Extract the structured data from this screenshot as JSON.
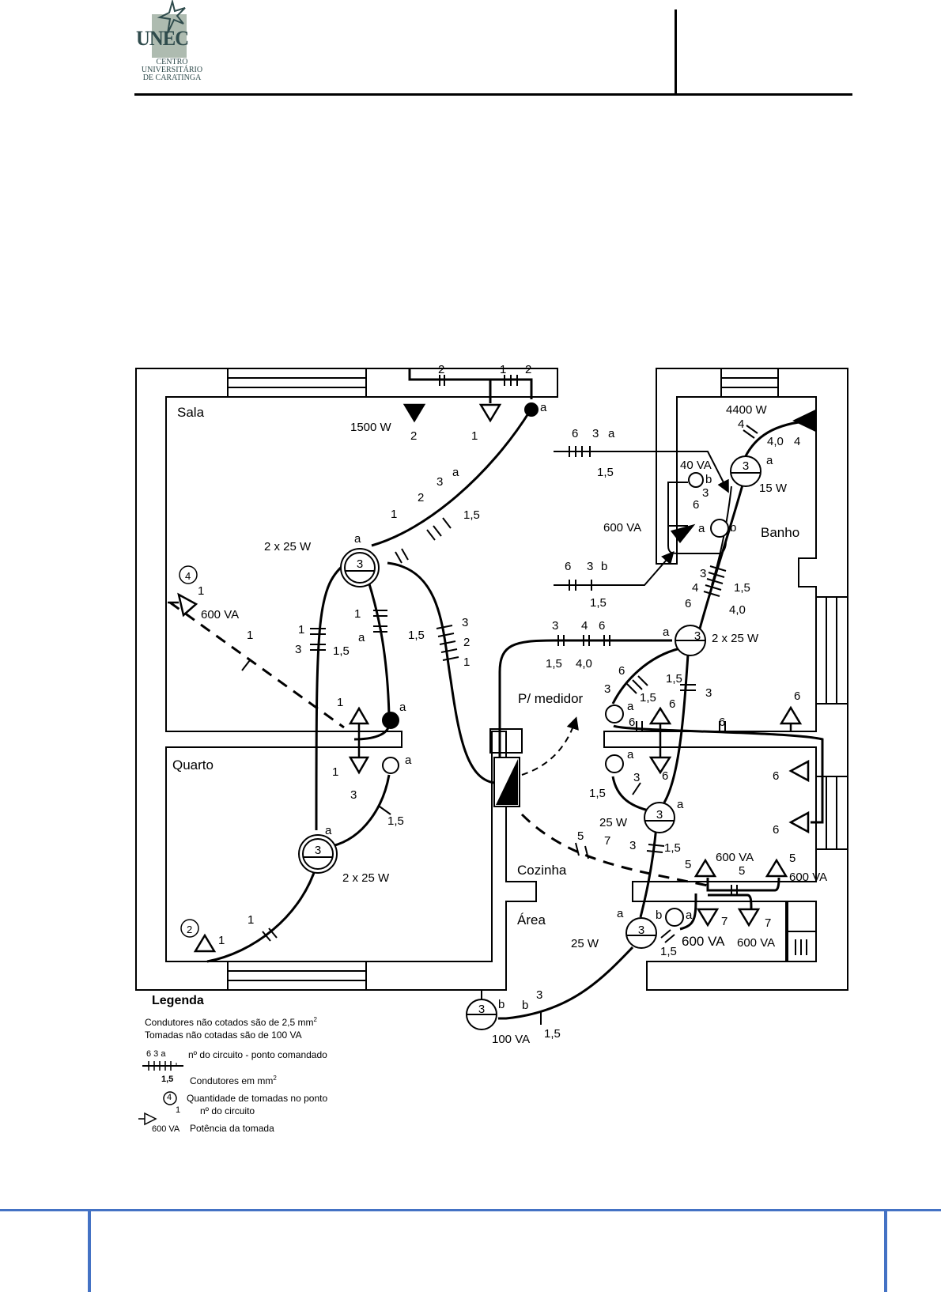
{
  "header": {
    "logo": {
      "name": "UNEC",
      "subtitle_lines": [
        "CENTRO",
        "UNIVERSITÁRIO",
        "DE CARATINGA"
      ]
    }
  },
  "plan": {
    "rooms": {
      "sala": "Sala",
      "quarto": "Quarto",
      "banho": "Banho",
      "cozinha": "Cozinha",
      "area": "Área"
    },
    "meter_label": "P/ medidor",
    "sala": {
      "heater_power": "1500 W",
      "heater_circuit": "2",
      "outlet_circuit": "1",
      "switch_point": "a",
      "top_run_labels": [
        "2",
        "1",
        "2"
      ],
      "diag_run": {
        "circuits": [
          "1",
          "2",
          "3"
        ],
        "point": "a",
        "section": "1,5"
      },
      "lamp": {
        "circuit": "3",
        "point": "a",
        "power": "2 x 25 W"
      },
      "wall_outlet": {
        "qty": "4",
        "circuit": "1",
        "power": "600 VA"
      },
      "dashed_run_circuit": "1",
      "left_drop": {
        "circuits": [
          "1",
          "3"
        ],
        "section": "1,5"
      },
      "mid_drop": {
        "circuit": "1",
        "point": "a"
      },
      "right_drop": {
        "circuits": [
          "3",
          "2",
          "1"
        ],
        "section": "1,5"
      },
      "bottom_outlet_circuit": "1",
      "bottom_switch_point": "a"
    },
    "quarto": {
      "top_outlet_circuit": "1",
      "switch_point": "a",
      "run_circuit": "3",
      "run_section": "1,5",
      "lamp": {
        "circuit": "3",
        "point": "a",
        "power": "2 x 25 W"
      },
      "outlet": {
        "qty": "2",
        "circuit": "1"
      },
      "run2_circuit": "1"
    },
    "banho": {
      "shower_power": "4400 W",
      "shower_circuit_a": "4",
      "shower_section": "4,0",
      "shower_circuit_b": "4",
      "lamp": {
        "circuit": "3",
        "point": "a",
        "power": "15 W"
      },
      "switch_40va": "40 VA",
      "switch_b_point": "b",
      "switch_b_circuit": "3",
      "outlet_circuit": "6",
      "outlet_power": "600 VA",
      "switch_ab": {
        "left": "a",
        "right": "b"
      },
      "callout_top": {
        "circuits": [
          "6",
          "3",
          "a"
        ],
        "section": "1,5"
      },
      "callout_bottom": {
        "circuits": [
          "6",
          "3",
          "b"
        ],
        "section": "1,5"
      },
      "down_run": {
        "circuits": [
          "3",
          "4",
          "6"
        ],
        "sections": [
          "1,5",
          "4,0"
        ]
      }
    },
    "cozinha": {
      "main_run": {
        "circuits": [
          "3",
          "4",
          "6"
        ],
        "sections": [
          "1,5",
          "4,0"
        ]
      },
      "lamp_main": {
        "circuit": "3",
        "point": "a",
        "power": "2 x 25 W"
      },
      "left_run": {
        "circuits": [
          "6",
          "3"
        ],
        "section": "1,5"
      },
      "right_run": {
        "section": "1,5",
        "circuit": "3"
      },
      "switch_a": "a",
      "outlet_circuit_6": "6",
      "wall_run_circuit": "6",
      "side_outlets": [
        "6",
        "6"
      ],
      "lamp_25": {
        "circuit": "3",
        "point": "a",
        "power": "25 W"
      },
      "lower_run": {
        "circuit": "3",
        "section": "1,5"
      },
      "dashed_run": {
        "circuits": [
          "5",
          "7"
        ]
      },
      "counter_outlets": [
        {
          "circuit": "5",
          "power": "600 VA"
        },
        {
          "circuit": "5",
          "power": "600 VA"
        }
      ],
      "counter_mid_circuit": "5"
    },
    "area": {
      "lamp": {
        "circuit": "3",
        "point": "a",
        "power": "25 W"
      },
      "switch": {
        "left": "b",
        "right": "a"
      },
      "run_section": "1,5",
      "outlets": [
        {
          "circuit": "7",
          "power": "600 VA"
        },
        {
          "circuit": "7",
          "power": "600 VA"
        }
      ],
      "ext_lamp": {
        "circuit": "3",
        "point": "b",
        "power": "100 VA"
      },
      "ext_run": {
        "point": "b",
        "circuit": "3",
        "section": "1,5"
      }
    }
  },
  "legend": {
    "title": "Legenda",
    "line1": "Condutores não cotados são de 2,5 mm",
    "line1_sup": "2",
    "line2": "Tomadas não cotadas são de 100 VA",
    "sample_labels": "6  3 a",
    "sample_desc": "nº do circuito - ponto comandado",
    "sample_section": "1,5",
    "section_desc": "Condutores em   mm",
    "section_sup": "2",
    "qty_symbol": "4",
    "qty_desc": "Quantidade de tomadas no ponto",
    "circuit_num": "1",
    "circuit_desc": "nº do circuito",
    "power_value": "600 VA",
    "power_desc": "Potência da tomada"
  },
  "colors": {
    "footer_rule": "#4472c4",
    "logo_text": "#2f4b4c",
    "logo_box": "#aebbb0"
  }
}
